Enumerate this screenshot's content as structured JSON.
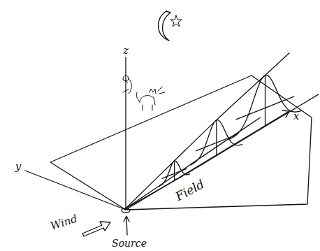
{
  "diagram": {
    "labels": [
      "z",
      "y",
      "x",
      "Wind",
      "Source",
      "Field"
    ]
  }
}
